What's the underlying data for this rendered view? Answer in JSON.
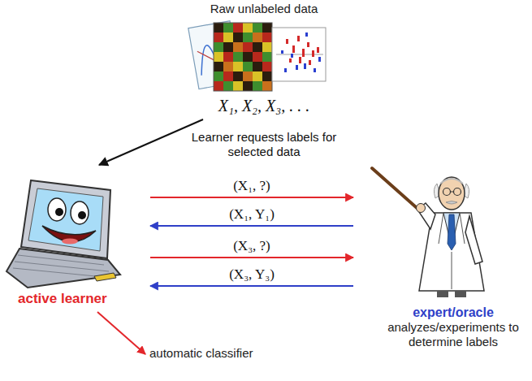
{
  "diagram": {
    "nodes": [
      {
        "text": [
          "Raw unlabeled data",
          "X₁, X₂, X₃, . . ."
        ]
      },
      {
        "text": [
          "active learner"
        ]
      },
      {
        "text": [
          "expert/oracle",
          "analyzes/experiments to determine labels"
        ]
      },
      {
        "text": [
          "automatic classifier"
        ]
      }
    ],
    "edges": [
      {
        "from": 0,
        "to": 1,
        "arrow": "to"
      },
      {
        "from": 1,
        "to": 2,
        "label": "(X₁, ?)",
        "arrow": "to"
      },
      {
        "from": 2,
        "to": 1,
        "label": "(X₁, Y₁)",
        "arrow": "to"
      },
      {
        "from": 1,
        "to": 2,
        "label": "(X₃, ?)",
        "arrow": "to"
      },
      {
        "from": 2,
        "to": 1,
        "label": "(X₃, Y₃)",
        "arrow": "to"
      },
      {
        "from": 1,
        "to": 3,
        "arrow": "to"
      }
    ],
    "labels": [
      "Learner requests labels for selected data"
    ]
  }
}
